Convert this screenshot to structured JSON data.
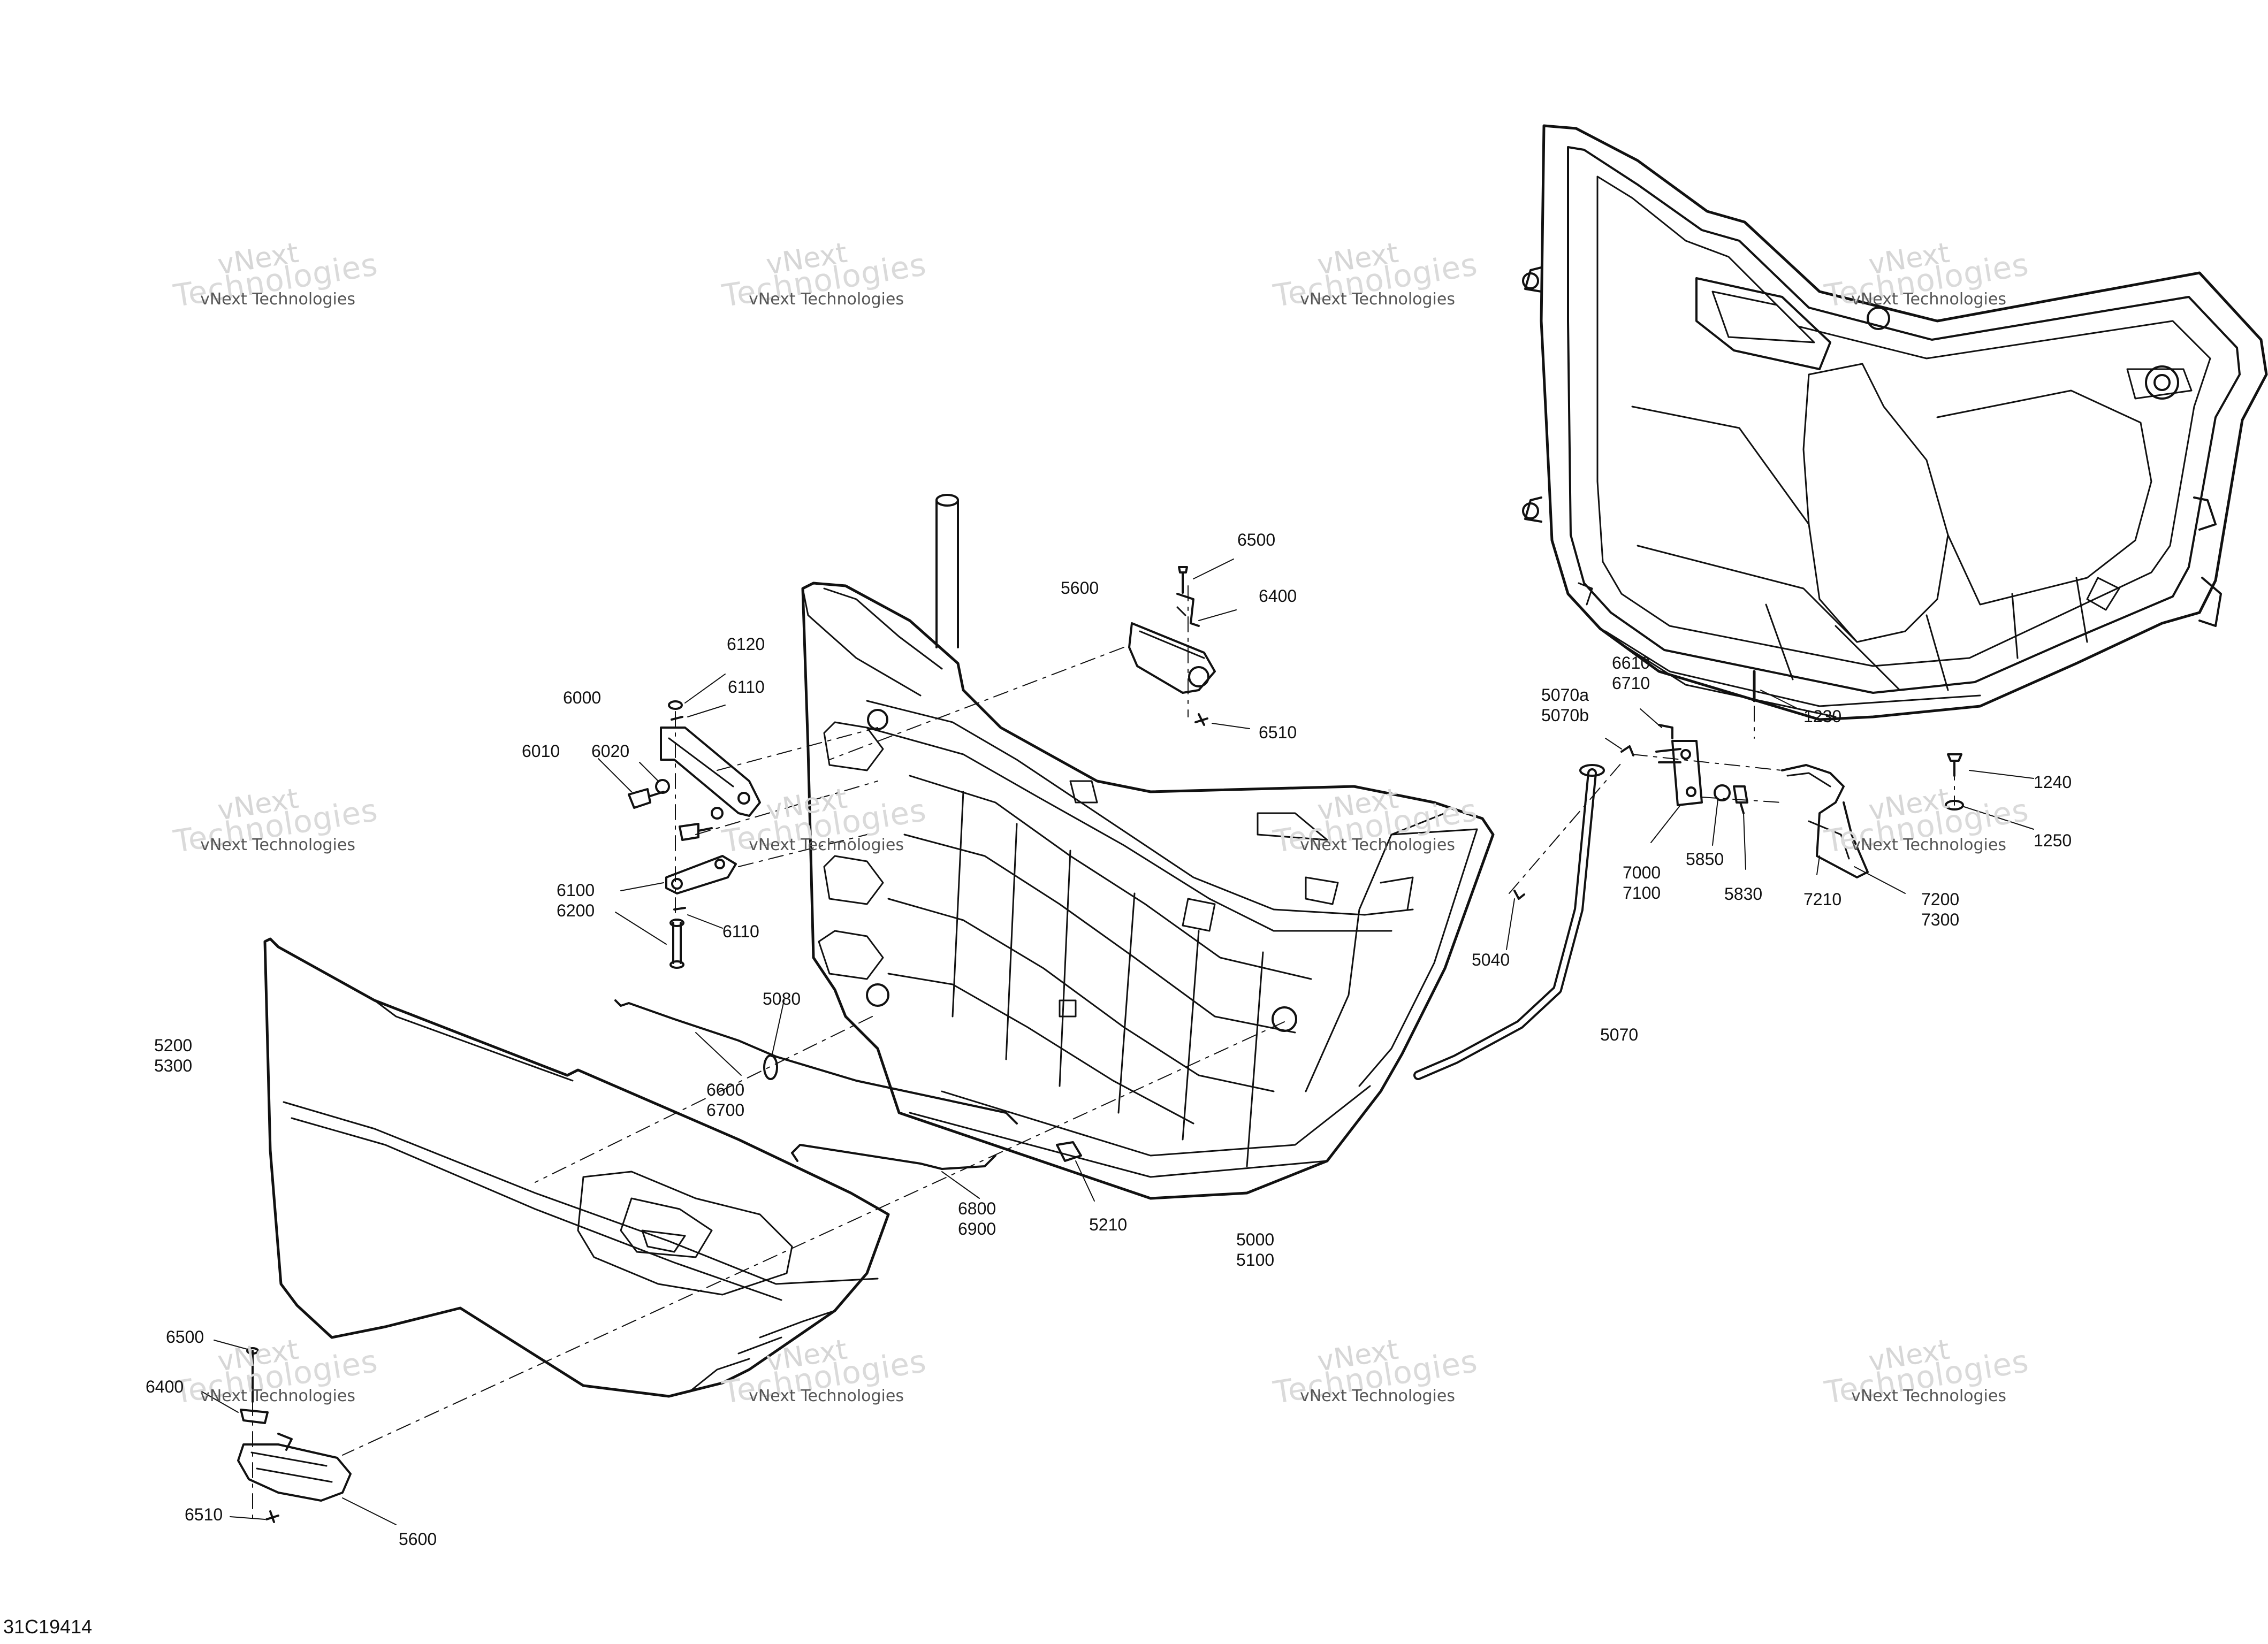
{
  "figure_id": "31C19414",
  "watermark": {
    "line1": "vNext",
    "line2": "Technologies",
    "caption": "vNext Technologies"
  },
  "labels": {
    "l6500a": "6500",
    "l5600a": "5600",
    "l6400a": "6400",
    "l6120": "6120",
    "l6110a": "6110",
    "l6000": "6000",
    "l6510a": "6510",
    "l6010": "6010",
    "l6020": "6020",
    "l6100": "6100",
    "l6200": "6200",
    "l6110b": "6110",
    "l5080": "5080",
    "l5200": "5200",
    "l5300": "5300",
    "l6600": "6600",
    "l6700": "6700",
    "l6800": "6800",
    "l6900": "6900",
    "l5210": "5210",
    "l5000": "5000",
    "l5100": "5100",
    "l6610": "6610",
    "l6710": "6710",
    "l5070a": "5070a",
    "l5070b": "5070b",
    "l1230": "1230",
    "l1240": "1240",
    "l1250": "1250",
    "l5040": "5040",
    "l5070": "5070",
    "l7000": "7000",
    "l7100": "7100",
    "l5850": "5850",
    "l5830": "5830",
    "l7210": "7210",
    "l7200": "7200",
    "l7300": "7300",
    "l6500b": "6500",
    "l6400b": "6400",
    "l6510b": "6510",
    "l5600b": "5600"
  }
}
